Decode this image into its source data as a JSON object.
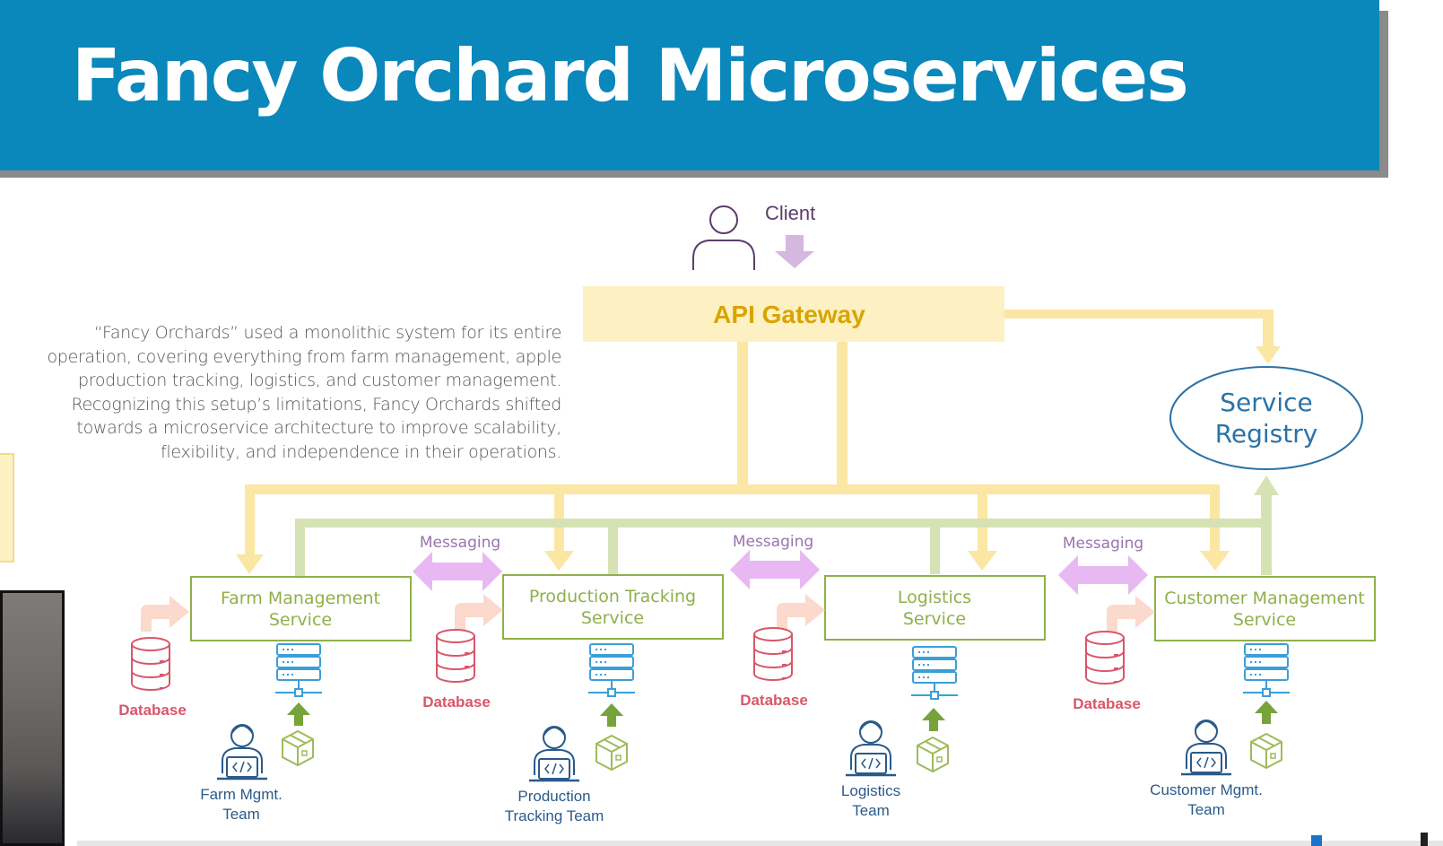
{
  "title": "Fancy Orchard Microservices",
  "description_lines": [
    "“Fancy Orchards” used a monolithic system for its entire",
    "operation, covering everything from farm management, apple",
    "production tracking, logistics, and customer management.",
    "Recognizing this setup’s limitations, Fancy Orchards shifted",
    "towards a microservice architecture to improve scalability,",
    "flexibility, and independence in their operations."
  ],
  "client": {
    "label": "Client"
  },
  "gateway": {
    "label": "API Gateway"
  },
  "registry": {
    "line1": "Service",
    "line2": "Registry"
  },
  "services": [
    {
      "line1": "Farm Management",
      "line2": "Service"
    },
    {
      "line1": "Production Tracking",
      "line2": "Service"
    },
    {
      "line1": "Logistics",
      "line2": "Service"
    },
    {
      "line1": "Customer Management",
      "line2": "Service"
    }
  ],
  "messaging_label": "Messaging",
  "database_label": "Database",
  "teams": [
    {
      "line1": "Farm Mgmt.",
      "line2": "Team"
    },
    {
      "line1": "Production",
      "line2": "Tracking Team"
    },
    {
      "line1": "Logistics",
      "line2": "Team"
    },
    {
      "line1": "Customer Mgmt.",
      "line2": "Team"
    }
  ],
  "colors": {
    "banner": "#0a87bb",
    "gateway_flow": "#fbe6a4",
    "registry_flow": "#d6e2b4",
    "service_border": "#8fb04a",
    "messaging": "#e8b8f2",
    "database": "#d9566a",
    "server": "#3a9fd8",
    "deploy_arrow": "#76a33a"
  }
}
